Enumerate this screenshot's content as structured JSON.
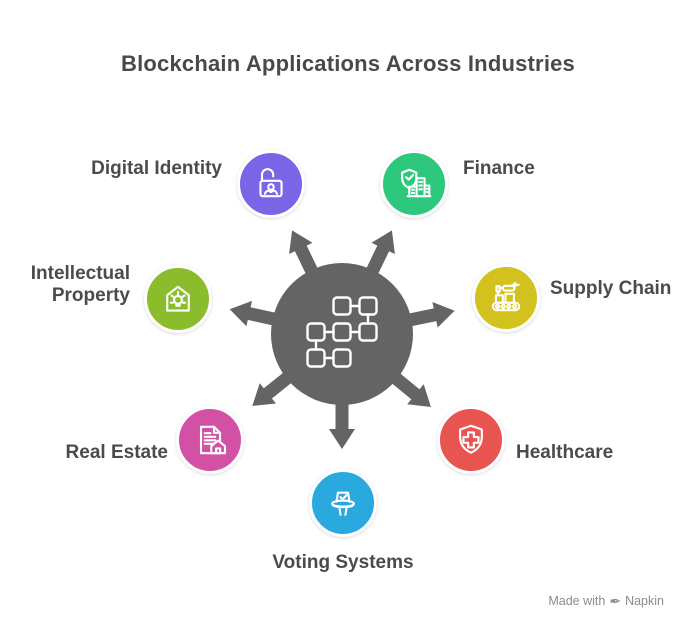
{
  "title": "Blockchain Applications Across Industries",
  "title_color": "#494949",
  "label_color": "#4b4b4d",
  "outline_color": "#ffffff",
  "hub": {
    "icon": "blockchain-network-icon",
    "color": "#646464"
  },
  "nodes": [
    {
      "id": "digital-identity",
      "label": "Digital Identity",
      "color": "#7b64e6",
      "icon": "id-card-unlock-icon"
    },
    {
      "id": "finance",
      "label": "Finance",
      "color": "#2dc77d",
      "icon": "shield-check-buildings-icon"
    },
    {
      "id": "supply-chain",
      "label": "Supply Chain",
      "color": "#d3c11e",
      "icon": "conveyor-belt-icon"
    },
    {
      "id": "healthcare",
      "label": "Healthcare",
      "color": "#e85450",
      "icon": "medical-shield-cross-icon"
    },
    {
      "id": "voting-systems",
      "label": "Voting Systems",
      "color": "#29a9dd",
      "icon": "ballot-box-icon"
    },
    {
      "id": "real-estate",
      "label": "Real Estate",
      "color": "#d351a4",
      "icon": "property-deed-house-icon"
    },
    {
      "id": "intellectual-property",
      "label": "Intellectual Property",
      "color": "#8bbc2b",
      "icon": "idea-house-bulb-icon"
    }
  ],
  "watermark": {
    "prefix": "Made with",
    "brand": "Napkin"
  }
}
